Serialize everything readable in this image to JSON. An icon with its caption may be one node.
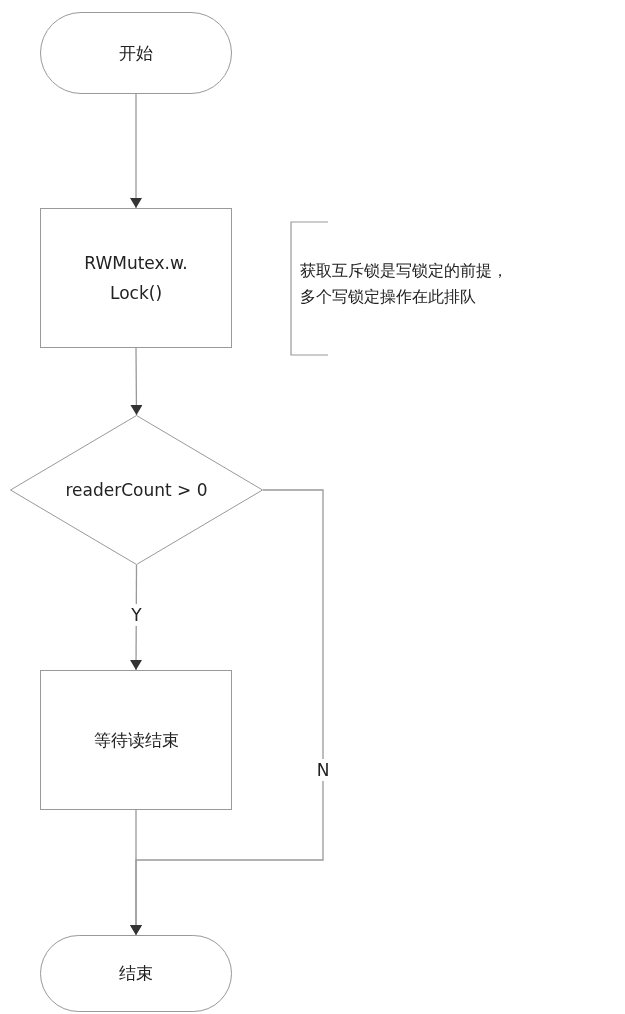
{
  "diagram": {
    "nodes": [
      {
        "text": [
          "开始"
        ]
      },
      {
        "text": [
          "RWMutex.w. Lock()"
        ]
      },
      {
        "text": [
          "readerCount > 0"
        ]
      },
      {
        "text": [
          "等待读结束"
        ]
      },
      {
        "text": [
          "结束"
        ]
      }
    ],
    "edges": [
      {
        "from": 0,
        "to": 1,
        "arrow": "to"
      },
      {
        "from": 1,
        "to": 2,
        "arrow": "to"
      },
      {
        "from": 2,
        "to": 3,
        "arrow": "to",
        "label": "Y"
      },
      {
        "from": 2,
        "to": 4,
        "arrow": "to",
        "label": "N"
      },
      {
        "from": 3,
        "to": 4,
        "arrow": "to"
      }
    ],
    "labels": [
      "获取互斥锁是写锁定的前提，多个写锁定操作在此排队"
    ]
  }
}
